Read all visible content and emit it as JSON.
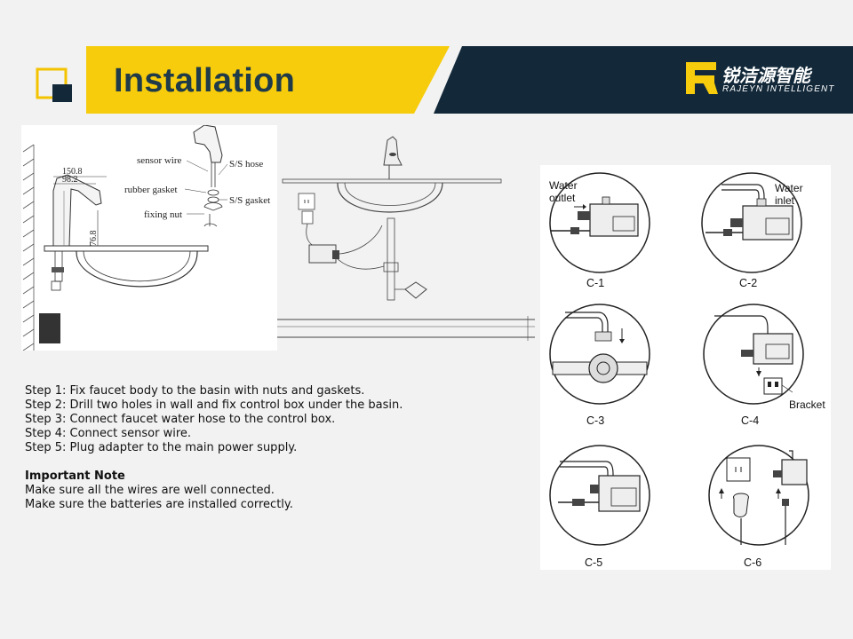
{
  "header": {
    "title": "Installation",
    "brand_cn": "锐洁源智能",
    "brand_en": "RAJEYN INTELLIGENT",
    "colors": {
      "yellow": "#f7cc0c",
      "navy": "#13293a",
      "accent_outline": "#f4c300"
    }
  },
  "faucet_diagram": {
    "labels": {
      "sensor_wire": "sensor wire",
      "ss_hose": "S/S hose",
      "rubber_gasket": "rubber gasket",
      "ss_gasket": "S/S gasket",
      "fixing_nut": "fixing nut",
      "dim1": "150.8",
      "dim2": "98.2",
      "dim3": "76.8"
    }
  },
  "steps": [
    "Step 1: Fix faucet body to the basin with nuts and gaskets.",
    "Step 2: Drill two holes in wall and fix control box under the basin.",
    "Step 3: Connect faucet water hose to the control box.",
    "Step 4: Connect sensor wire.",
    "Step 5: Plug adapter to the main power supply."
  ],
  "note": {
    "title": "Important Note",
    "lines": [
      "Make sure all the wires are well connected.",
      "Make sure the batteries are installed correctly."
    ]
  },
  "connection_diagrams": {
    "captions": [
      "C-1",
      "C-2",
      "C-3",
      "C-4",
      "C-5",
      "C-6"
    ],
    "c1_label_line1": "Water",
    "c1_label_line2": "outlet",
    "c2_label_line1": "Water",
    "c2_label_line2": "inlet",
    "c4_label": "Bracket"
  }
}
